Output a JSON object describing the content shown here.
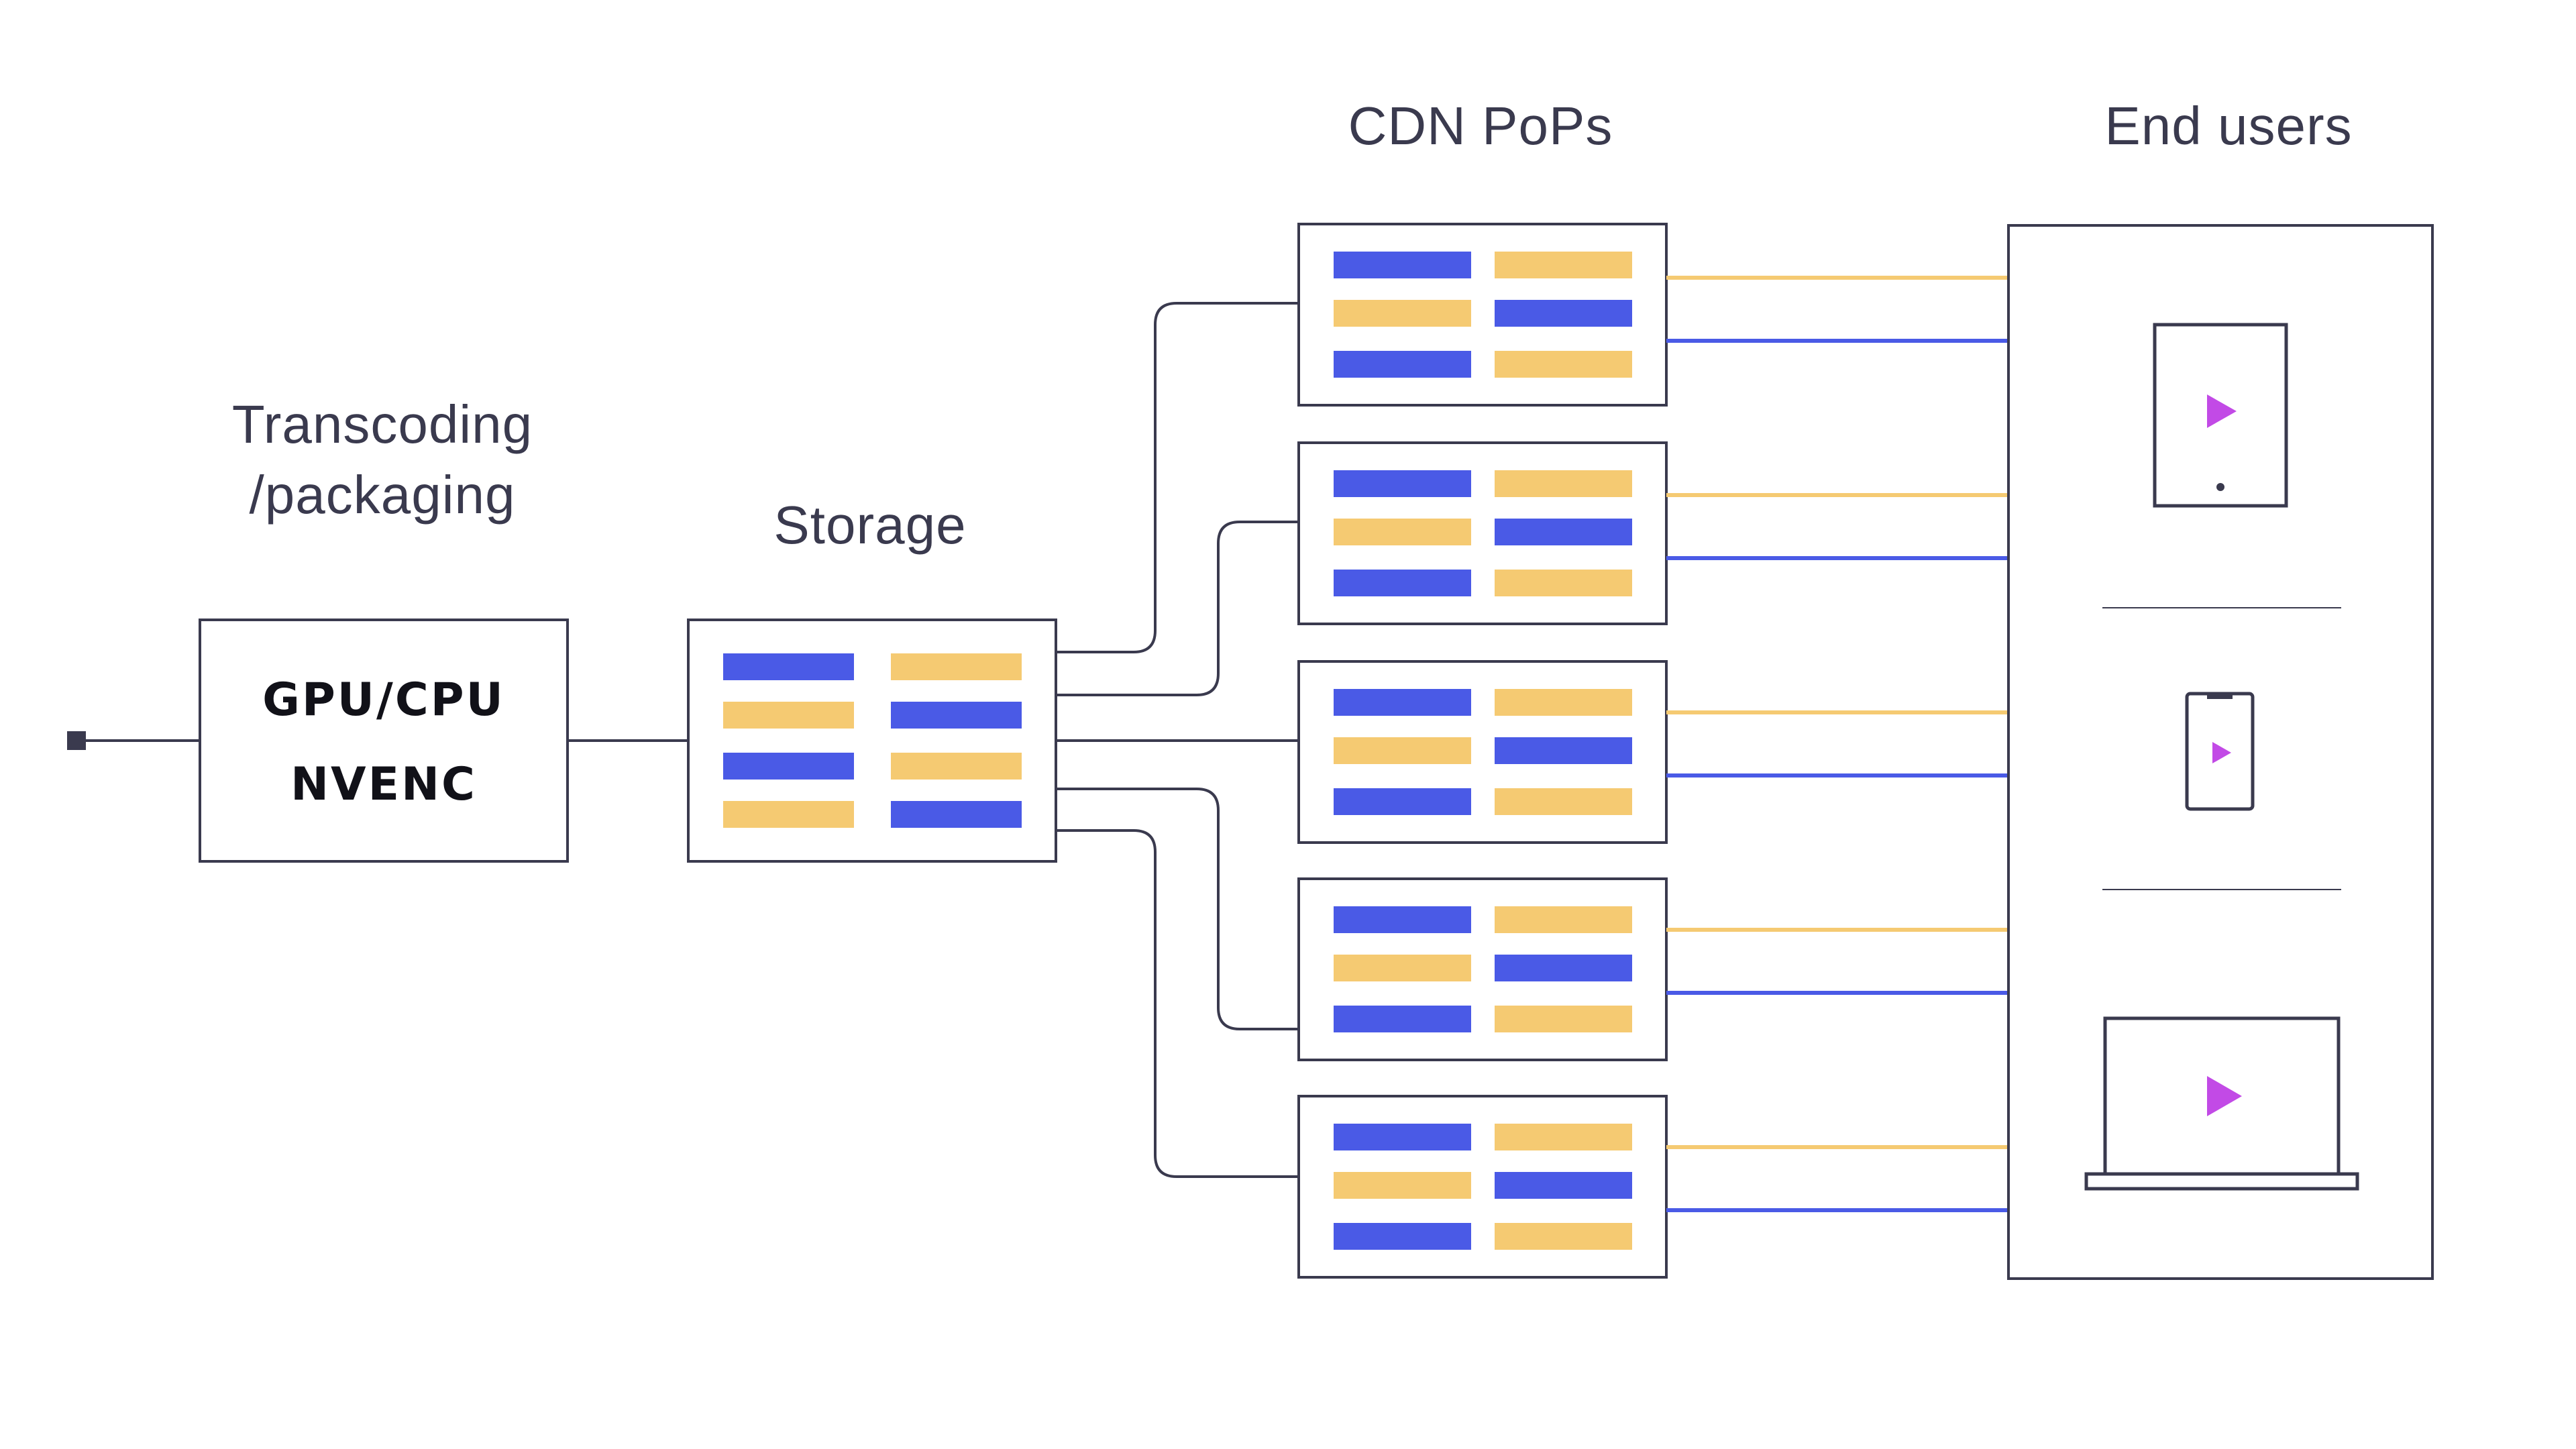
{
  "labels": {
    "transcoding_line1": "Transcoding",
    "transcoding_line2": "/packaging",
    "storage": "Storage",
    "cdn": "CDN PoPs",
    "end_users": "End users"
  },
  "encoder": {
    "line1": "GPU/CPU",
    "line2": "NVENC"
  },
  "colors": {
    "stroke": "#3a3a4e",
    "blue": "#4a5ae6",
    "yellow": "#f5ca72",
    "play": "#c24ae6",
    "background": "#ffffff"
  },
  "cdn_pop_count": 5,
  "end_user_devices": [
    "tablet",
    "phone",
    "laptop"
  ]
}
